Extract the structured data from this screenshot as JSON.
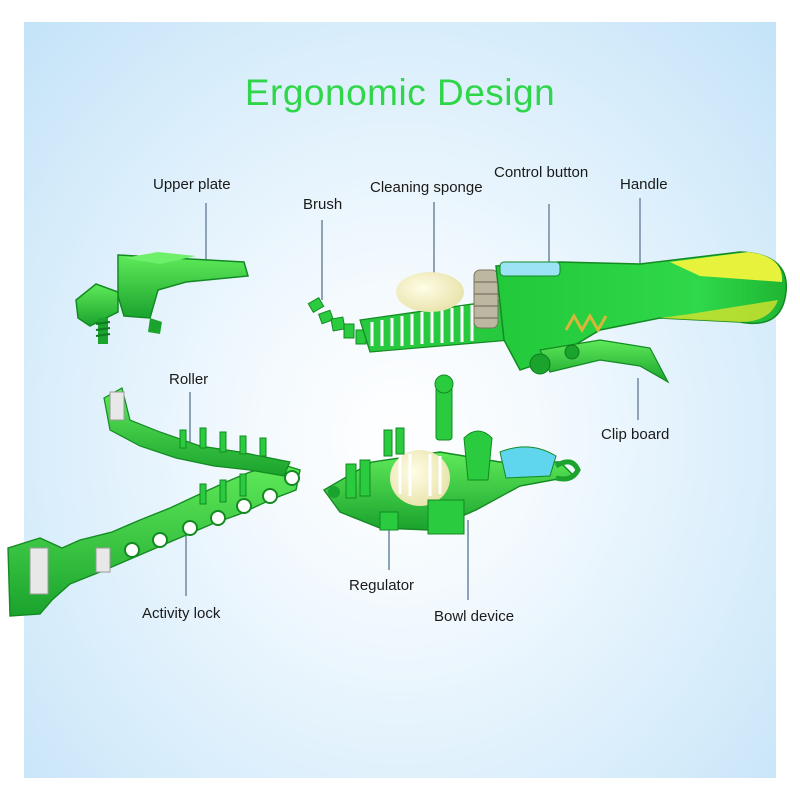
{
  "title": "Ergonomic Design",
  "labels": {
    "upper_plate": "Upper plate",
    "brush": "Brush",
    "cleaning_sponge": "Cleaning sponge",
    "control_button": "Control button",
    "handle": "Handle",
    "roller": "Roller",
    "clip_board": "Clip board",
    "regulator": "Regulator",
    "activity_lock": "Activity lock",
    "bowl_device": "Bowl device"
  },
  "colors": {
    "title": "#2fd64a",
    "part_green": "#27c93f",
    "part_dark": "#138a22",
    "handle_yellow": "#e7f23c",
    "bristle_white": "#ffffff",
    "sponge": "#f1efc9",
    "leader_line": "#8fa3b8"
  }
}
